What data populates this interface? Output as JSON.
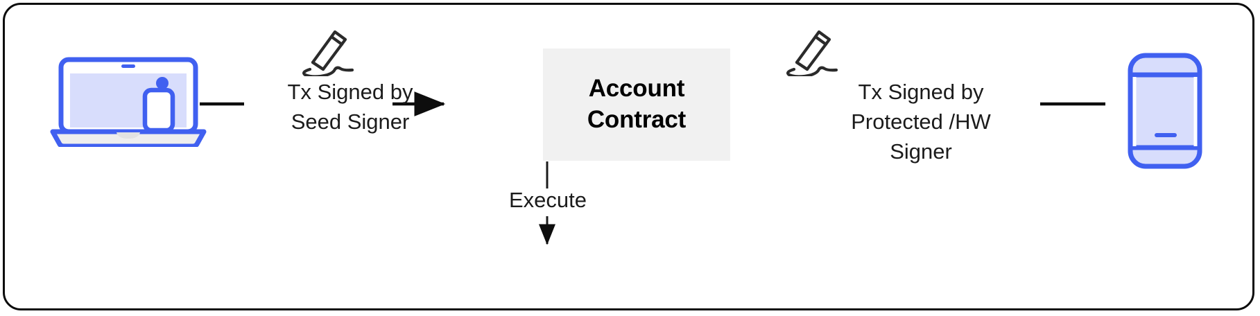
{
  "diagram": {
    "title": "Account Contract transaction signing flow",
    "background": "#ffffff",
    "card_border_color": "#0b0b0b",
    "accent_blue": "#4060f0",
    "screen_fill": "#d8ddfc",
    "box_fill": "#f1f1f1",
    "line_color": "#1b1b1b"
  },
  "nodes": {
    "laptop": {
      "icon": "laptop-icon",
      "label": ""
    },
    "phone": {
      "icon": "mobile-phone-icon",
      "label": ""
    },
    "account_contract": {
      "line1": "Account",
      "line2": "Contract"
    }
  },
  "pens": {
    "left": {
      "icon": "signature-pen-icon"
    },
    "right": {
      "icon": "signature-pen-icon"
    }
  },
  "edges": {
    "left_to_box": {
      "label_line1": "Tx Signed by",
      "label_line2": "Seed Signer",
      "direction": "right"
    },
    "right_to_box": {
      "label_line1": "Tx Signed by",
      "label_line2": "Protected /HW",
      "label_line3": "Signer",
      "direction": "left"
    },
    "box_down": {
      "label": "Execute",
      "direction": "down"
    }
  }
}
